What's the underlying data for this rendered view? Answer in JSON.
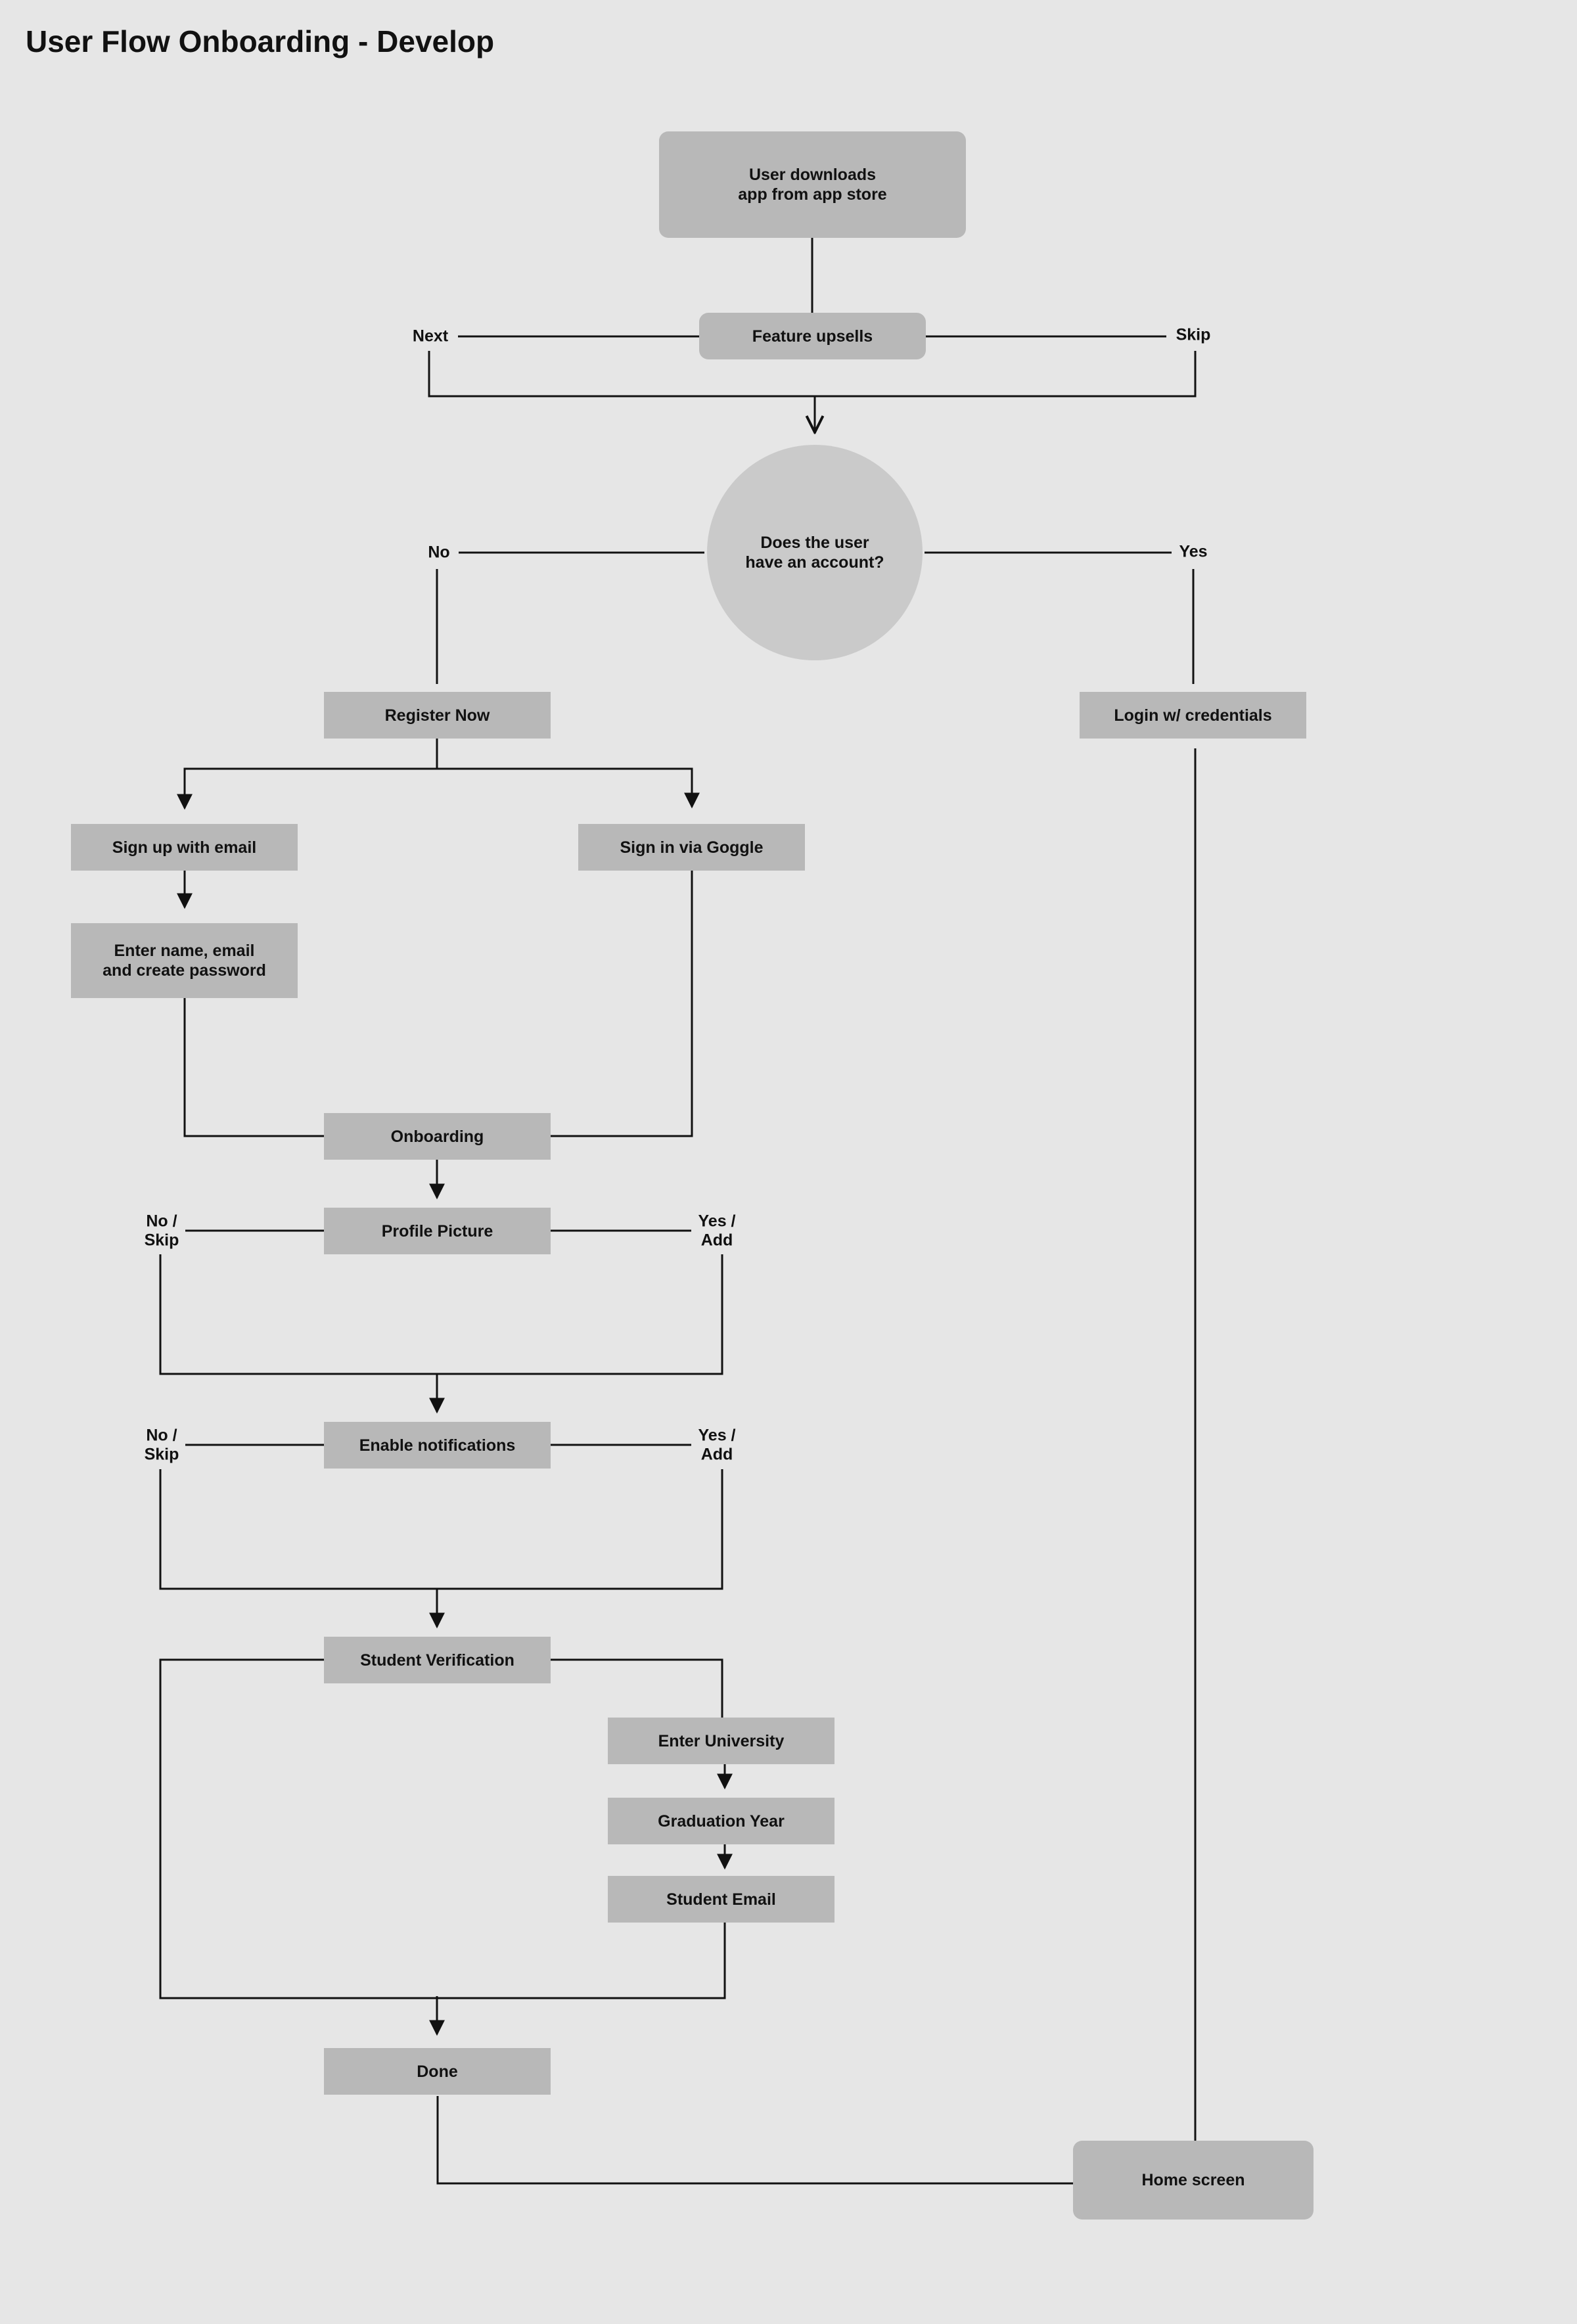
{
  "title": "User Flow Onboarding - Develop",
  "nodes": {
    "downloads": "User downloads\napp from app store",
    "upsells": "Feature upsells",
    "has_account": "Does the user\nhave an account?",
    "register": "Register Now",
    "login": "Login w/ credentials",
    "signup_email": "Sign up with email",
    "signin_google": "Sign in via Goggle",
    "enter_details": "Enter name, email\nand create password",
    "onboarding": "Onboarding",
    "profile_picture": "Profile Picture",
    "notifications": "Enable notifications",
    "student_verification": "Student Verification",
    "university": "Enter University",
    "graduation": "Graduation Year",
    "student_email": "Student Email",
    "done": "Done",
    "home": "Home screen"
  },
  "edge_labels": {
    "next": "Next",
    "skip": "Skip",
    "no": "No",
    "yes": "Yes",
    "profile_no": "No /\nSkip",
    "profile_yes": "Yes /\nAdd",
    "notif_no": "No /\nSkip",
    "notif_yes": "Yes /\nAdd"
  },
  "colors": {
    "background": "#e6e6e6",
    "box": "#b8b8b8",
    "decision": "#cacaca",
    "line": "#111111"
  }
}
